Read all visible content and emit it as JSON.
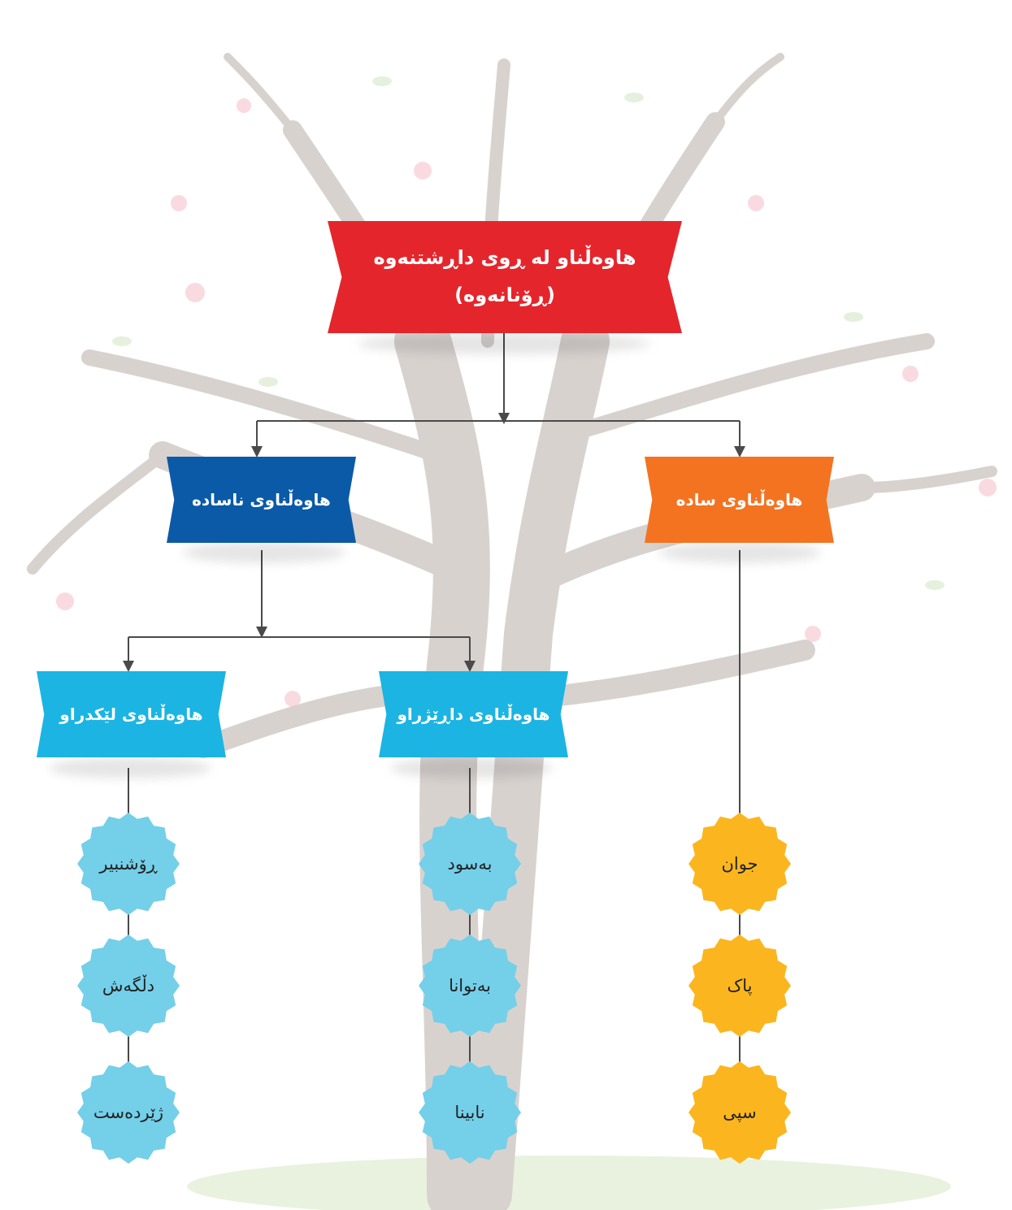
{
  "colors": {
    "root": "#e4262c",
    "simple": "#f37321",
    "compound_group": "#0a5aa8",
    "sub": "#1cb4e2",
    "simple_badges": "#fbb61f",
    "compound_badges": "#74cfe9",
    "connector": "#4a4a4a",
    "background_tree": "#cfc9c6"
  },
  "root": {
    "line1": "هاوەڵناو لە ڕوی داڕشتنەوە",
    "line2": "(ڕۆنانەوە)"
  },
  "simple": {
    "label": "هاوەڵناوی سادە",
    "examples": [
      "جوان",
      "پاک",
      "سپی"
    ]
  },
  "non_simple": {
    "label": "هاوەڵناوی ناسادە"
  },
  "derived": {
    "label": "هاوەڵناوی داڕێژراو",
    "examples": [
      "بەسود",
      "بەتوانا",
      "نابینا"
    ]
  },
  "compound": {
    "label": "هاوەڵناوی لێکدراو",
    "examples": [
      "ڕۆشنبیر",
      "دڵگەش",
      "ژێردەست"
    ]
  }
}
